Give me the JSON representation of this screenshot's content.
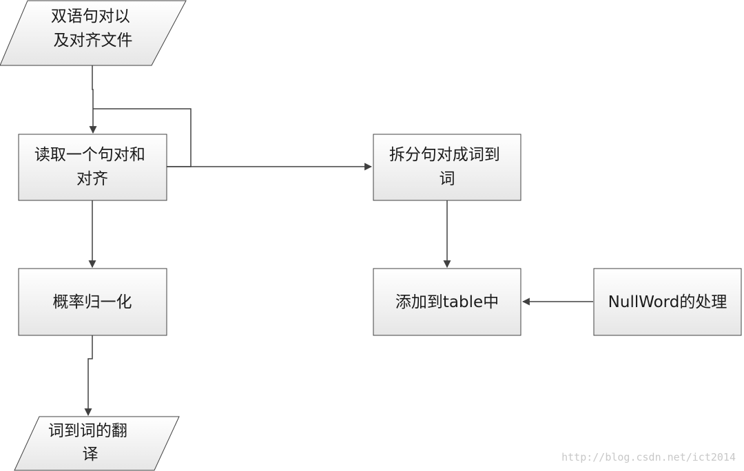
{
  "nodes": {
    "input": {
      "shape": "parallelogram",
      "lines": [
        "双语句对以",
        "及对齐文件"
      ]
    },
    "read": {
      "shape": "process",
      "lines": [
        "读取一个句对和",
        "对齐"
      ]
    },
    "split": {
      "shape": "process",
      "lines": [
        "拆分句对成词到",
        "词"
      ]
    },
    "normalize": {
      "shape": "process",
      "lines": [
        "概率归一化"
      ]
    },
    "add_table": {
      "shape": "process",
      "lines": [
        "添加到table中"
      ]
    },
    "nullword": {
      "shape": "process",
      "lines": [
        "NullWord的处理"
      ]
    },
    "output": {
      "shape": "parallelogram",
      "lines": [
        "词到词的翻",
        "译"
      ]
    }
  },
  "edges": [
    {
      "from": "input",
      "to": "read"
    },
    {
      "from": "read",
      "to": "read",
      "type": "loop"
    },
    {
      "from": "read",
      "to": "split"
    },
    {
      "from": "read",
      "to": "normalize"
    },
    {
      "from": "split",
      "to": "add_table"
    },
    {
      "from": "nullword",
      "to": "add_table"
    },
    {
      "from": "normalize",
      "to": "output"
    }
  ],
  "colors": {
    "box_fill_top": "#ffffff",
    "box_fill_bottom": "#e6e6e6",
    "stroke": "#404040",
    "text": "#1a1a1a",
    "watermark": "#c8c8c8"
  },
  "watermark": "http://blog.csdn.net/ict2014"
}
